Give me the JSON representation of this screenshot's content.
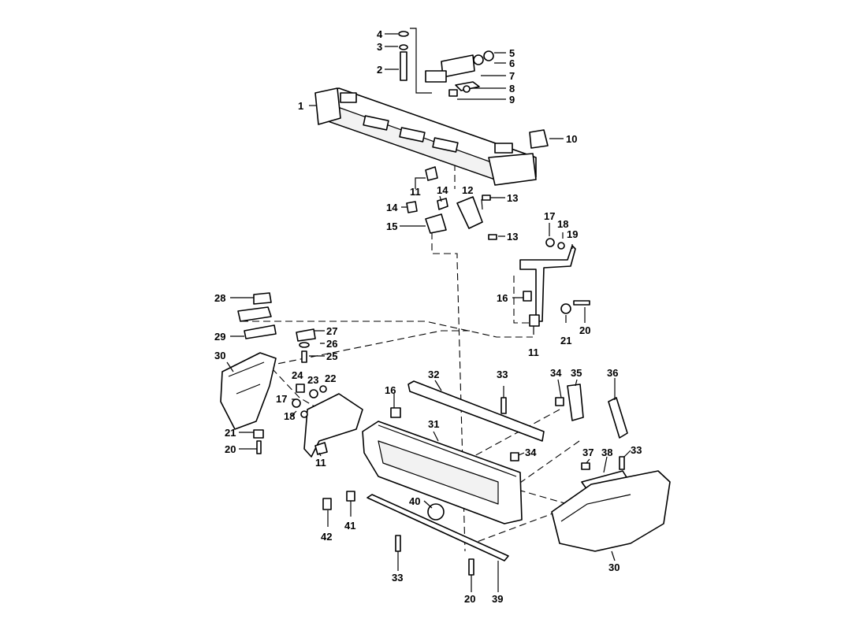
{
  "callouts": [
    {
      "id": "c1",
      "text": "1"
    },
    {
      "id": "c2",
      "text": "2"
    },
    {
      "id": "c3",
      "text": "3"
    },
    {
      "id": "c4",
      "text": "4"
    },
    {
      "id": "c5",
      "text": "5"
    },
    {
      "id": "c6",
      "text": "6"
    },
    {
      "id": "c7",
      "text": "7"
    },
    {
      "id": "c8",
      "text": "8"
    },
    {
      "id": "c9",
      "text": "9"
    },
    {
      "id": "c10",
      "text": "10"
    },
    {
      "id": "c11a",
      "text": "11"
    },
    {
      "id": "c12",
      "text": "12"
    },
    {
      "id": "c13a",
      "text": "13"
    },
    {
      "id": "c14a",
      "text": "14"
    },
    {
      "id": "c14b",
      "text": "14"
    },
    {
      "id": "c15",
      "text": "15"
    },
    {
      "id": "c13b",
      "text": "13"
    },
    {
      "id": "c17a",
      "text": "17"
    },
    {
      "id": "c18a",
      "text": "18"
    },
    {
      "id": "c19",
      "text": "19"
    },
    {
      "id": "c16a",
      "text": "16"
    },
    {
      "id": "c21a",
      "text": "21"
    },
    {
      "id": "c20a",
      "text": "20"
    },
    {
      "id": "c11b",
      "text": "11"
    },
    {
      "id": "c28",
      "text": "28"
    },
    {
      "id": "c29",
      "text": "29"
    },
    {
      "id": "c27",
      "text": "27"
    },
    {
      "id": "c26",
      "text": "26"
    },
    {
      "id": "c25",
      "text": "25"
    },
    {
      "id": "c30a",
      "text": "30"
    },
    {
      "id": "c24",
      "text": "24"
    },
    {
      "id": "c23",
      "text": "23"
    },
    {
      "id": "c22",
      "text": "22"
    },
    {
      "id": "c17b",
      "text": "17"
    },
    {
      "id": "c18b",
      "text": "18"
    },
    {
      "id": "c21b",
      "text": "21"
    },
    {
      "id": "c20b",
      "text": "20"
    },
    {
      "id": "c11c",
      "text": "11"
    },
    {
      "id": "c16b",
      "text": "16"
    },
    {
      "id": "c32",
      "text": "32"
    },
    {
      "id": "c33a",
      "text": "33"
    },
    {
      "id": "c31",
      "text": "31"
    },
    {
      "id": "c34a",
      "text": "34"
    },
    {
      "id": "c35",
      "text": "35"
    },
    {
      "id": "c36",
      "text": "36"
    },
    {
      "id": "c34b",
      "text": "34"
    },
    {
      "id": "c37",
      "text": "37"
    },
    {
      "id": "c38",
      "text": "38"
    },
    {
      "id": "c33b",
      "text": "33"
    },
    {
      "id": "c40",
      "text": "40"
    },
    {
      "id": "c42",
      "text": "42"
    },
    {
      "id": "c41",
      "text": "41"
    },
    {
      "id": "c33c",
      "text": "33"
    },
    {
      "id": "c20c",
      "text": "20"
    },
    {
      "id": "c39",
      "text": "39"
    },
    {
      "id": "c30b",
      "text": "30"
    }
  ]
}
